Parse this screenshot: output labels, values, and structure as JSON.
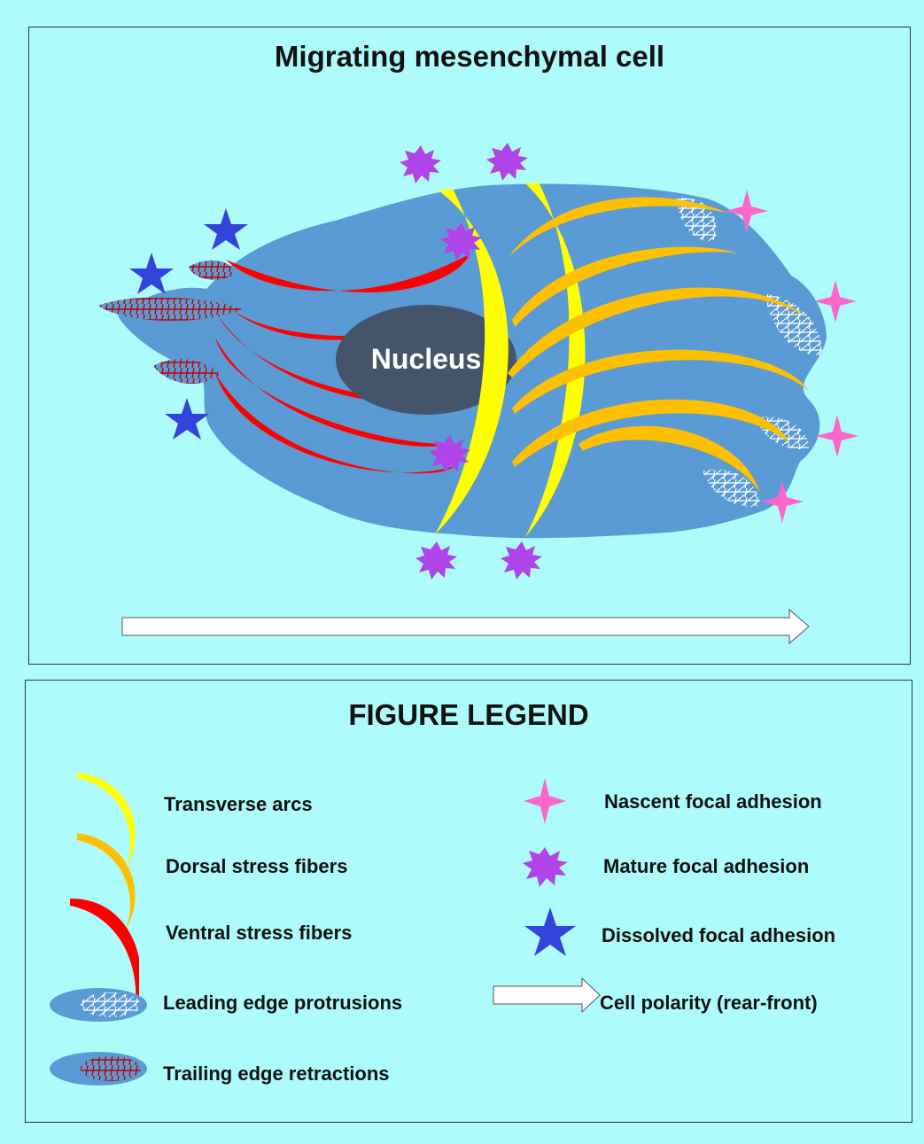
{
  "diagram": {
    "title": "Migrating mesenchymal cell",
    "nucleus_label": "Nucleus"
  },
  "legend": {
    "title": "FIGURE LEGEND",
    "items": [
      {
        "label": "Transverse arcs",
        "icon": "yellow-arc",
        "color": "#ffff00"
      },
      {
        "label": "Dorsal stress fibers",
        "icon": "orange-arc",
        "color": "#ffc000"
      },
      {
        "label": "Ventral stress fibers",
        "icon": "red-arc",
        "color": "#ff0000"
      },
      {
        "label": "Leading edge protrusions",
        "icon": "blue-ellipse-white-mesh",
        "color": "#5b9bd5"
      },
      {
        "label": "Trailing edge retractions",
        "icon": "blue-ellipse-red-mesh",
        "color": "#5b9bd5"
      },
      {
        "label": "Nascent focal adhesion",
        "icon": "pink-four-point-star",
        "color": "#ff66cc"
      },
      {
        "label": "Mature focal adhesion",
        "icon": "purple-burst",
        "color": "#b044e8"
      },
      {
        "label": "Dissolved focal adhesion",
        "icon": "blue-five-point-star",
        "color": "#3344dd"
      },
      {
        "label": "Cell polarity (rear-front)",
        "icon": "white-arrow",
        "color": "#ffffff"
      }
    ]
  },
  "colors": {
    "background": "#adfbfb",
    "cell_body": "#5b9bd5",
    "nucleus": "#44546a"
  }
}
